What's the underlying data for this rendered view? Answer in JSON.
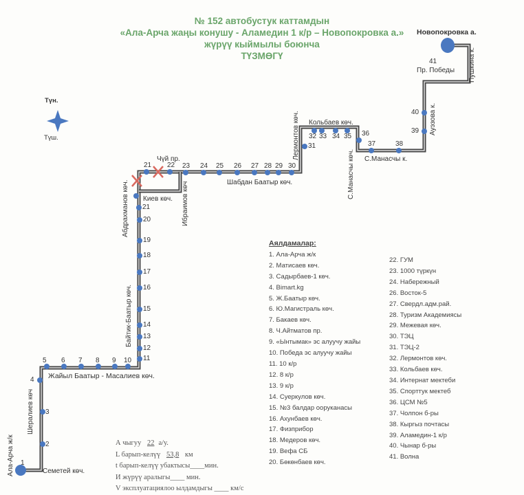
{
  "title": {
    "line1": "№ 152  автобустук каттамдын",
    "line2": "«Ала-Арча жаңы конушу  - Аламедин 1 к/р – Новопокровка а.»",
    "line3": "жүрүү кыймылы боюнча",
    "line4": "ТҮЗМӨГҮ"
  },
  "compass": {
    "north": "Түн.",
    "south": "Түш."
  },
  "colors": {
    "route": "#444444",
    "stop": "#4a78c0",
    "title": "#6aa56a",
    "cross": "#d9695f"
  },
  "map": {
    "end_label": "Новопокровка а.",
    "stop_numbers": [
      "1",
      "2",
      "3",
      "4",
      "5",
      "6",
      "7",
      "8",
      "9",
      "10",
      "11",
      "12",
      "13",
      "14",
      "15",
      "16",
      "17",
      "18",
      "19",
      "20",
      "21",
      "21",
      "22",
      "23",
      "24",
      "25",
      "26",
      "27",
      "28",
      "29",
      "30",
      "31",
      "32",
      "33",
      "34",
      "35",
      "36",
      "37",
      "38",
      "39",
      "40",
      "41"
    ],
    "streets": {
      "semetey": "Семетей көч.",
      "ala_archa": "Ала-Арча ж/к",
      "sheraliev": "Шералиев көч",
      "zhaiyl": "Жайыл Баатыр -  Масалиев көч.",
      "baitik": "Байтик-Баатыр көч.",
      "abdrakhmanov": "Абдрахманов көч.",
      "kiev": "Киев көч.",
      "chui": "Чүй пр.",
      "ibraimov": "Ибраимов көч",
      "shabdan": "Шабдан Баатыр көч.",
      "lermontov": "Лермонтов көч.",
      "kolbaev": "Кольбаев көч.",
      "s_manaschy_v": "С.Манасчы көч.",
      "s_manaschy_h": "С.Манасчы к.",
      "auezov": "Ауэзова к.",
      "pobedy": "Пр. Победы",
      "pushkin": "Пушкина к."
    }
  },
  "stops": {
    "heading": "Аялдамалар:",
    "col1": [
      "1. Ала-Арча ж/к",
      "2. Матисаев көч.",
      "3. Садырбаев-1 көч.",
      "4.  Bimart.kg",
      "5. Ж.Баатыр көч.",
      "6. Ю.Магистраль көч.",
      "7. Бакаев көч.",
      "8. Ч.Айтматов пр.",
      "9. «Ынтымак» эс алуучу жайы",
      "10. Победа эс алуучу жайы",
      "11. 10 к/р",
      "12. 8 к/р",
      "13. 9 к/р",
      "14. Суеркулов көч.",
      "15. №3 балдар ооруканасы",
      "16. Ахунбаев көч.",
      "17. Физприбор",
      "18. Медеров көч.",
      "19. Вефа СБ",
      "20. Бөкөнбаев көч."
    ],
    "col2": [
      "22. ГУМ",
      "23. 1000 түркүн",
      "24. Набережный",
      "26. Восток-5",
      "27. Свердл.адм.рай.",
      "28. Туризм Академиясы",
      "29. Межевая көч.",
      "30. ТЭЦ",
      "31. ТЭЦ-2",
      "32. Лермонтов көч.",
      "33. Кольбаев көч.",
      "34. Интернат мектеби",
      "35. Спорттук мектеб",
      "36. ЦСМ №5",
      "37. Чолпон б-ры",
      "38. Кыргыз почтасы",
      "39. Аламедин-1 к/р",
      "40. Чынар б-ры",
      "41. Волна"
    ]
  },
  "params": {
    "a_label": "А чыгуу",
    "a_value": "22",
    "a_unit": "а/у.",
    "l_label": "L барып-келүү",
    "l_value": "53,8",
    "l_unit": "км",
    "t_label": "t барып-келүү убактысы",
    "t_value": "____",
    "t_unit": "мин.",
    "i_label": "И жүрүү аралыгы",
    "i_value": "____",
    "i_unit": "мин.",
    "v_label": "V эксплуатациялоо ылдамдыгы",
    "v_value": "____",
    "v_unit": "км/с"
  }
}
